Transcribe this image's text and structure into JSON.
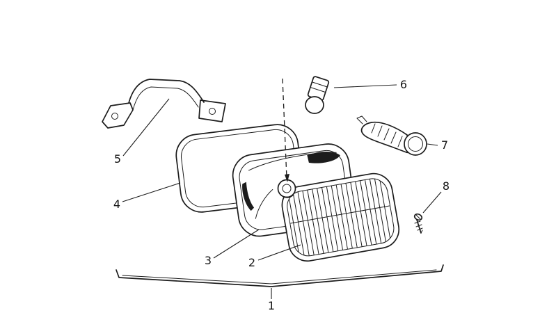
{
  "page": {
    "background": "#ffffff",
    "line_color": "#1c1c1c",
    "label_color": "#151515"
  },
  "diagram": {
    "callouts": {
      "c1": "1",
      "c2": "2",
      "c3": "3",
      "c4": "4",
      "c5": "5",
      "c6": "6",
      "c7": "7",
      "c8": "8"
    }
  }
}
